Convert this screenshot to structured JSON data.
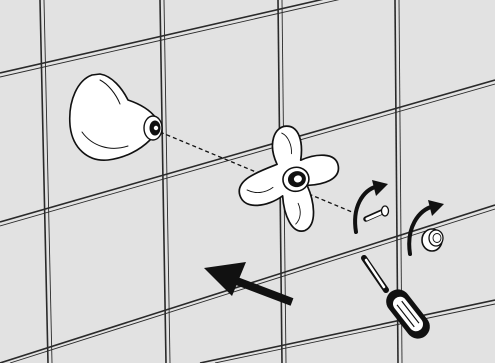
{
  "illustration": {
    "parts": [
      {
        "name": "escutcheon-bonnet"
      },
      {
        "name": "cross-handle"
      },
      {
        "name": "handle-screw"
      },
      {
        "name": "index-cap"
      },
      {
        "name": "screwdriver"
      }
    ],
    "action": "remove-handle",
    "colors": {
      "background": "#ffffff",
      "tile_fill": "#e2e2e2",
      "grout": "#2a2a2a",
      "ink": "#111111",
      "part_fill": "#ffffff"
    }
  }
}
